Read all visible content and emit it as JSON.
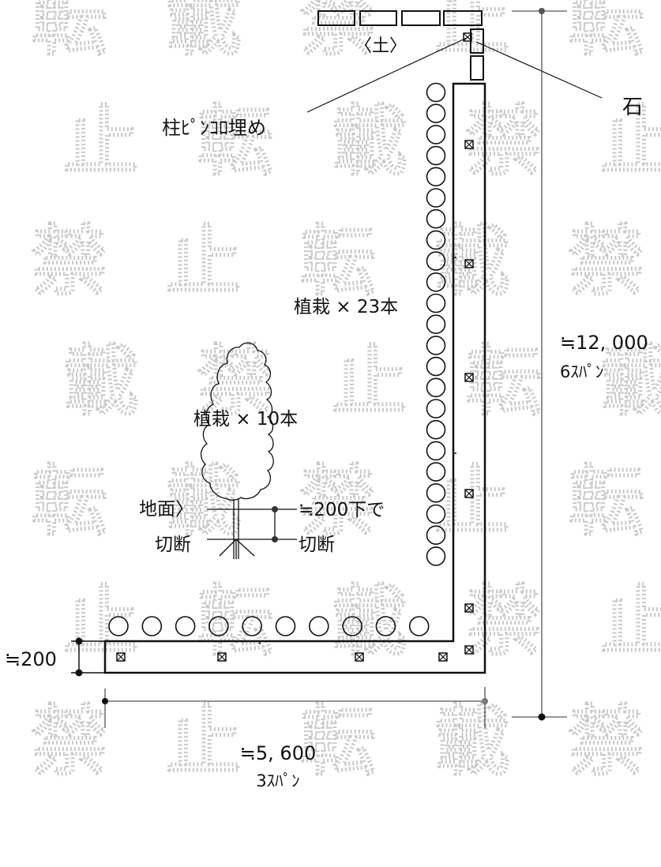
{
  "labels": {
    "soil": "〈土〉",
    "stone": "石",
    "pillar_fill": "柱ﾋﾟﾝｺﾛ埋め",
    "planting_vertical": "植栽 × 23本",
    "planting_horizontal": "植栽 × 10本",
    "ground": "地面〉",
    "cut_left": "切断",
    "cut_below": "≒200下で",
    "cut_right": "切断",
    "height_dim": "≒12, 000",
    "height_span": "6ｽﾊﾟﾝ",
    "width_dim": "≒5, 600",
    "width_span": "3ｽﾊﾟﾝ",
    "depth_dim": "≒200"
  },
  "watermark": {
    "rows": [
      [
        "転",
        "載",
        "禁",
        "止",
        "転"
      ],
      [
        "止",
        "転",
        "載",
        "禁",
        "止"
      ],
      [
        "禁",
        "止",
        "転",
        "載",
        "禁"
      ],
      [
        "載",
        "禁",
        "止",
        "転",
        "載"
      ],
      [
        "転",
        "載",
        "禁",
        "止",
        "転"
      ],
      [
        "止",
        "転",
        "載",
        "禁",
        "止"
      ],
      [
        "禁",
        "止",
        "転",
        "載",
        "禁"
      ]
    ]
  },
  "plantings": {
    "vertical_count": 23,
    "horizontal_count": 10
  },
  "colors": {
    "line": "#111111",
    "watermark": "#c9c9c9",
    "dimension": "#555555"
  }
}
